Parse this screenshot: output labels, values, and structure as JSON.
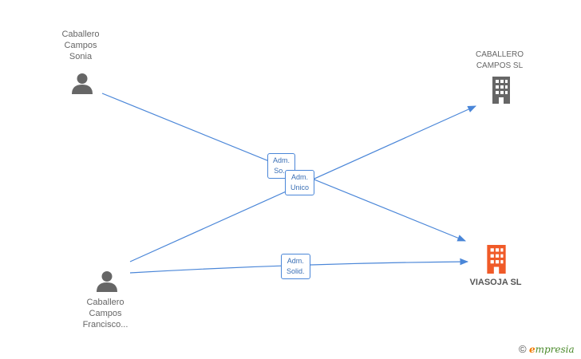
{
  "colors": {
    "edge": "#4a86d8",
    "person": "#666666",
    "company": "#666666",
    "target_company": "#f05a28",
    "brand_e": "#f07a00",
    "brand_text": "#4a8a2a"
  },
  "nodes": {
    "sonia": {
      "lines": [
        "Caballero",
        "Campos",
        "Sonia"
      ],
      "icon": "person-icon"
    },
    "francisco": {
      "lines": [
        "Caballero",
        "Campos",
        "Francisco..."
      ],
      "icon": "person-icon"
    },
    "caballero_sl": {
      "lines": [
        "CABALLERO",
        "CAMPOS SL"
      ],
      "icon": "building-icon"
    },
    "viasoja": {
      "lines": [
        "VIASOJA SL"
      ],
      "icon": "building-icon"
    }
  },
  "edges": {
    "e1": {
      "lines": [
        "Adm.",
        "So..."
      ]
    },
    "e2": {
      "lines": [
        "Adm.",
        "Unico"
      ]
    },
    "e3": {
      "lines": [
        "Adm.",
        "Solid."
      ]
    }
  },
  "brand": {
    "copyright": "©",
    "e_letter": "e",
    "rest": "mpresia"
  }
}
